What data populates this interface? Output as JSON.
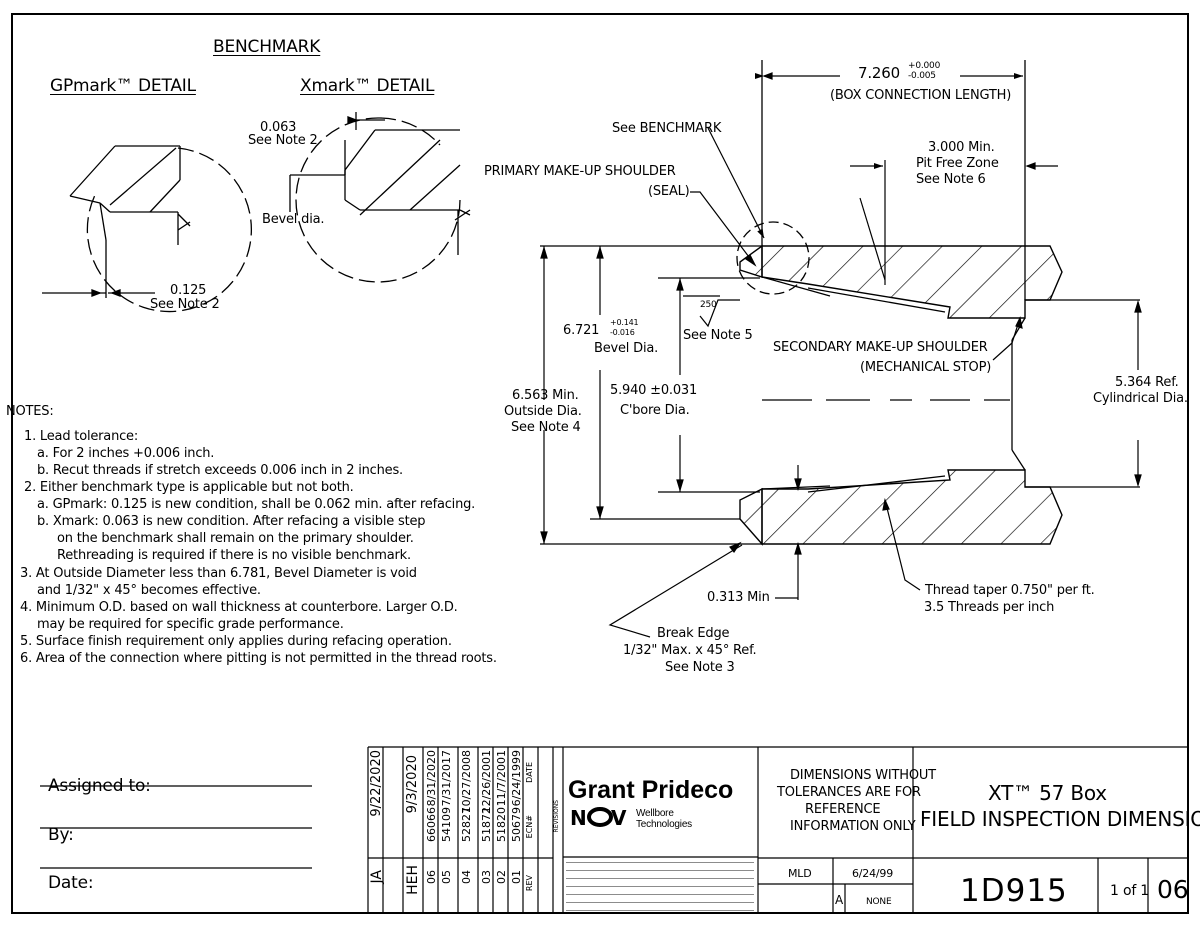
{
  "benchmark_title": "BENCHMARK",
  "gp_detail": "GPmark™ DETAIL",
  "x_detail": "Xmark™ DETAIL",
  "x_dim_value": "0.063",
  "x_dim_note": "See Note 2",
  "bevel_dia_label": "Bevel dia.",
  "gp_dim_value": "0.125",
  "gp_dim_note": "See Note 2",
  "labels": {
    "see_benchmark": "See BENCHMARK",
    "primary_shoulder": "PRIMARY MAKE-UP SHOULDER",
    "seal": "(SEAL)",
    "box_length_value": "7.260",
    "box_length_plus": "+0.000",
    "box_length_minus": "-0.005",
    "box_length_desc": "(BOX CONNECTION LENGTH)",
    "pit_free_1": "3.000 Min.",
    "pit_free_2": "Pit Free Zone",
    "pit_free_3": "See Note 6",
    "bevel_value": "6.721",
    "bevel_plus": "+0.141",
    "bevel_minus": "-0.016",
    "bevel_desc": "Bevel Dia.",
    "finish_value": "250",
    "see_note5": "See Note 5",
    "secondary_1": "SECONDARY MAKE-UP SHOULDER",
    "secondary_2": "(MECHANICAL STOP)",
    "od_1": "6.563 Min.",
    "od_2": "Outside Dia.",
    "od_3": "See Note 4",
    "cbore_1": "5.940 ±0.031",
    "cbore_2": "C'bore Dia.",
    "cyl_1": "5.364 Ref.",
    "cyl_2": "Cylindrical Dia.",
    "wall_min": "0.313 Min",
    "thread_1": "Thread taper 0.750\" per ft.",
    "thread_2": "3.5 Threads per inch",
    "break_1": "Break Edge",
    "break_2": "1/32\" Max. x 45° Ref.",
    "break_3": "See Note 3"
  },
  "notes_title": "NOTES:",
  "notes": [
    "1. Lead tolerance:",
    "a. For 2 inches +0.006 inch.",
    "b. Recut threads if stretch exceeds 0.006 inch in 2 inches.",
    "2. Either benchmark type is applicable but not both.",
    "a. GPmark: 0.125 is new condition, shall be 0.062 min. after refacing.",
    "b. Xmark: 0.063 is new condition. After refacing a visible step",
    "on the benchmark shall remain on the primary shoulder.",
    "Rethreading is required if there is no visible benchmark.",
    "3. At Outside Diameter less than 6.781, Bevel Diameter is void",
    "and 1/32\" x 45° becomes effective.",
    "4. Minimum O.D. based on wall thickness at counterbore.   Larger O.D.",
    "may be required for specific grade performance.",
    "5. Surface finish requirement only applies during refacing operation.",
    "6. Area of the connection where pitting is not permitted in the thread roots."
  ],
  "signoff": {
    "assigned": "Assigned to:",
    "by": "By:",
    "date": "Date:"
  },
  "revisions": {
    "appr_ja": "JA",
    "appr_date": "9/22/2020",
    "check_heh": "HEH",
    "check_date": "9/3/2020",
    "rows": [
      {
        "rev": "06",
        "ecn": "66066",
        "date": "8/31/2020"
      },
      {
        "rev": "05",
        "ecn": "54109",
        "date": "7/31/2017"
      },
      {
        "rev": "04",
        "ecn": "52827",
        "date": "10/27/2008"
      },
      {
        "rev": "03",
        "ecn": "51872",
        "date": "12/26/2001"
      },
      {
        "rev": "02",
        "ecn": "51820",
        "date": "11/7/2001"
      },
      {
        "rev": "01",
        "ecn": "50679",
        "date": "6/24/1999"
      }
    ],
    "hdr_rev": "REV",
    "hdr_ecn": "ECN#",
    "hdr_date": "DATE",
    "hdr_side": "REVISIONS"
  },
  "company": {
    "name": "Grant Prideco",
    "nov": "NOV",
    "wellbore_1": "Wellbore",
    "wellbore_2": "Technologies"
  },
  "dim_note_1": "DIMENSIONS WITHOUT",
  "dim_note_2": "TOLERANCES ARE FOR",
  "dim_note_3": "REFERENCE",
  "dim_note_4": "INFORMATION ONLY",
  "title_1": "XT™ 57 Box",
  "title_2": "FIELD INSPECTION DIMENSIONS",
  "drawn_by": "MLD",
  "drawn_date": "6/24/99",
  "size": "A",
  "scale": "NONE",
  "dwg_no": "1D915",
  "sheet": "1 of 1",
  "rev": "06"
}
